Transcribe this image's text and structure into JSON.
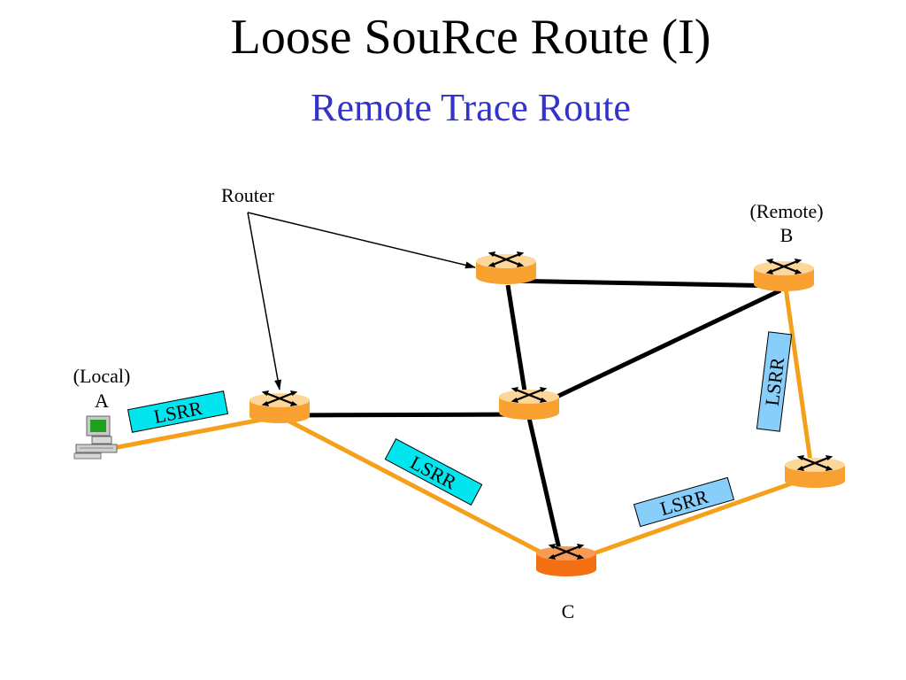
{
  "slide": {
    "title": "Loose SouRce Route (I)",
    "subtitle": "Remote Trace Route",
    "subtitle_color": "#3333cc"
  },
  "labels": {
    "router": "Router",
    "local_line1": "(Local)",
    "local_line2": "A",
    "remote_line1": "(Remote)",
    "remote_line2": "B",
    "c": "C"
  },
  "lsrr_tags": [
    {
      "text": "LSRR",
      "fill": "#00e5ee"
    },
    {
      "text": "LSRR",
      "fill": "#00e5ee"
    },
    {
      "text": "LSRR",
      "fill": "#87cefa"
    },
    {
      "text": "LSRR",
      "fill": "#87cefa"
    }
  ],
  "colors": {
    "lsrr_path": "#f5a01a",
    "link": "#000000",
    "router_body": "#f8a030",
    "router_top": "#fdd79a",
    "router_c_body": "#f26f12"
  },
  "icons": {
    "router": "router-icon",
    "host": "desktop-computer-icon"
  }
}
